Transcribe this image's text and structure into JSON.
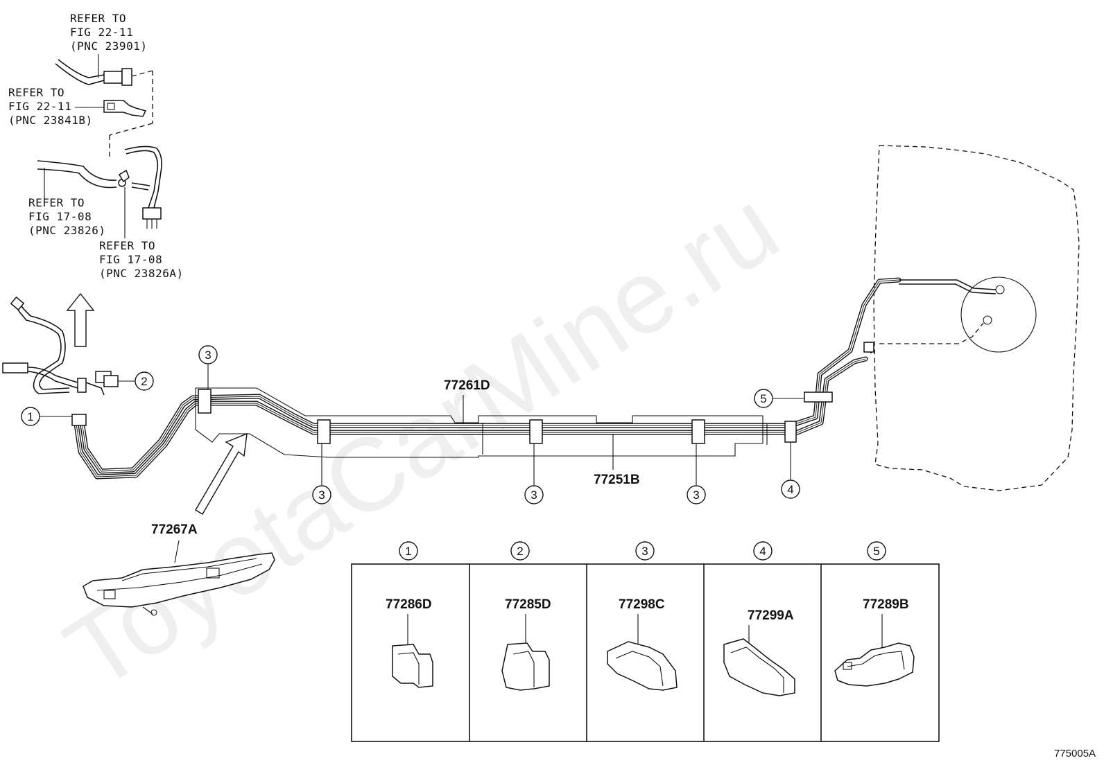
{
  "watermark": "ToyotaCarMine.ru",
  "figure_id": "775005A",
  "references": [
    {
      "lines": [
        "REFER TO",
        "FIG 22-11",
        "(PNC 23901)"
      ]
    },
    {
      "lines": [
        "REFER TO",
        "FIG 22-11",
        "(PNC 23841B)"
      ]
    },
    {
      "lines": [
        "REFER TO",
        "FIG 17-08",
        "(PNC 23826)"
      ]
    },
    {
      "lines": [
        "REFER TO",
        "FIG 17-08",
        "(PNC 23826A)"
      ]
    }
  ],
  "part_numbers": {
    "main_pipe_upper": "77261D",
    "main_pipe_lower": "77251B",
    "protector": "77267A"
  },
  "callouts": {
    "c1": "1",
    "c2": "2",
    "c3": "3",
    "c4": "4",
    "c5": "5"
  },
  "clamp_table": [
    {
      "key": "1",
      "part": "77286D"
    },
    {
      "key": "2",
      "part": "77285D"
    },
    {
      "key": "3",
      "part": "77298C"
    },
    {
      "key": "4",
      "part": "77299A"
    },
    {
      "key": "5",
      "part": "77289B"
    }
  ]
}
